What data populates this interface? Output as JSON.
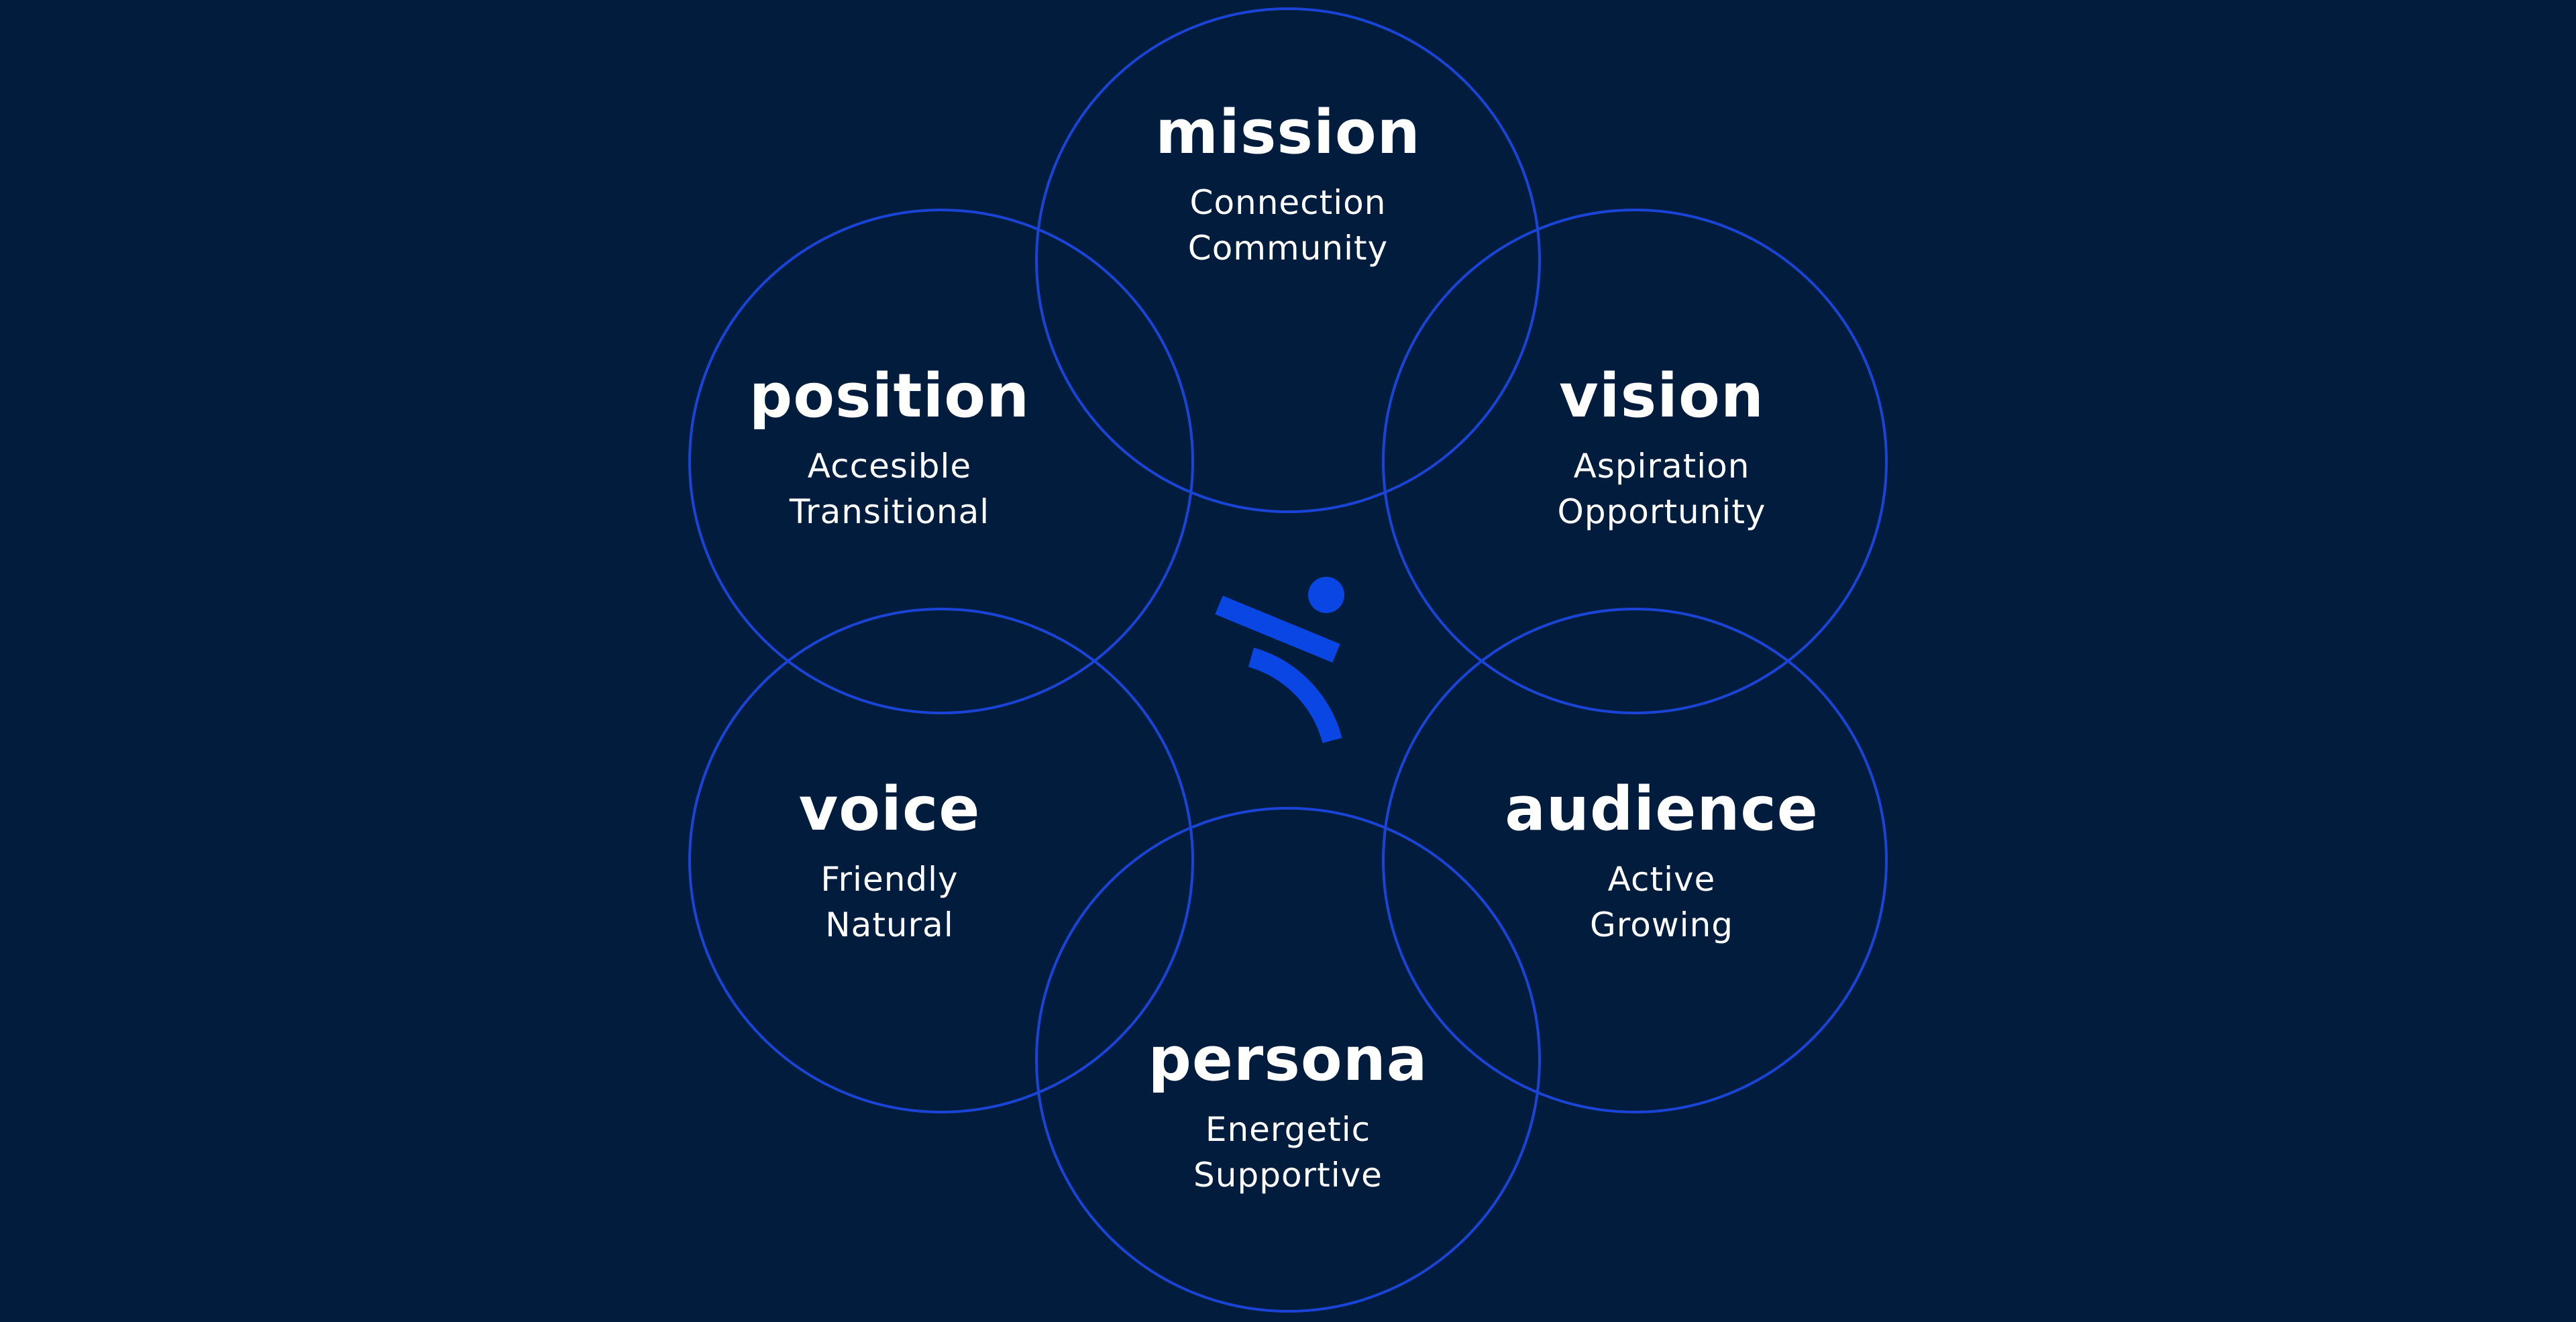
{
  "colors": {
    "background": "#011c3d",
    "ring": "#1a44d6",
    "logo": "#0a46e4",
    "text": "#ffffff"
  },
  "nodes": {
    "mission": {
      "title": "mission",
      "line1": "Connection",
      "line2": "Community"
    },
    "position": {
      "title": "position",
      "line1": "Accesible",
      "line2": "Transitional"
    },
    "vision": {
      "title": "vision",
      "line1": "Aspiration",
      "line2": "Opportunity"
    },
    "voice": {
      "title": "voice",
      "line1": "Friendly",
      "line2": "Natural"
    },
    "audience": {
      "title": "audience",
      "line1": "Active",
      "line2": "Growing"
    },
    "persona": {
      "title": "persona",
      "line1": "Energetic",
      "line2": "Supportive"
    }
  },
  "logo_icon": "brand-mark-icon"
}
